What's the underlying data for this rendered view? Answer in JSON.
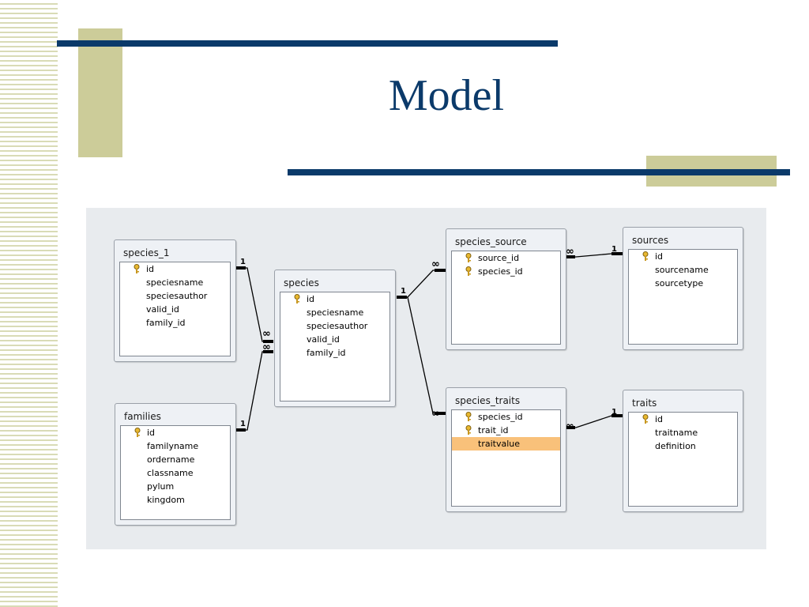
{
  "slide": {
    "title": "Model"
  },
  "tables": {
    "species_1": {
      "name": "species_1",
      "fields": [
        "id",
        "speciesname",
        "speciesauthor",
        "valid_id",
        "family_id"
      ]
    },
    "families": {
      "name": "families",
      "fields": [
        "id",
        "familyname",
        "ordername",
        "classname",
        "pylum",
        "kingdom"
      ]
    },
    "species": {
      "name": "species",
      "fields": [
        "id",
        "speciesname",
        "speciesauthor",
        "valid_id",
        "family_id"
      ]
    },
    "species_source": {
      "name": "species_source",
      "fields": [
        "source_id",
        "species_id"
      ]
    },
    "sources": {
      "name": "sources",
      "fields": [
        "id",
        "sourcename",
        "sourcetype"
      ]
    },
    "species_traits": {
      "name": "species_traits",
      "fields": [
        "species_id",
        "trait_id",
        "traitvalue"
      ]
    },
    "traits": {
      "name": "traits",
      "fields": [
        "id",
        "traitname",
        "definition"
      ]
    }
  },
  "relationships": {
    "one": "1",
    "many": "∞"
  },
  "colors": {
    "selected_field": "#f9c17a",
    "title": "#0b3a6a",
    "accent": "#cccc99"
  }
}
